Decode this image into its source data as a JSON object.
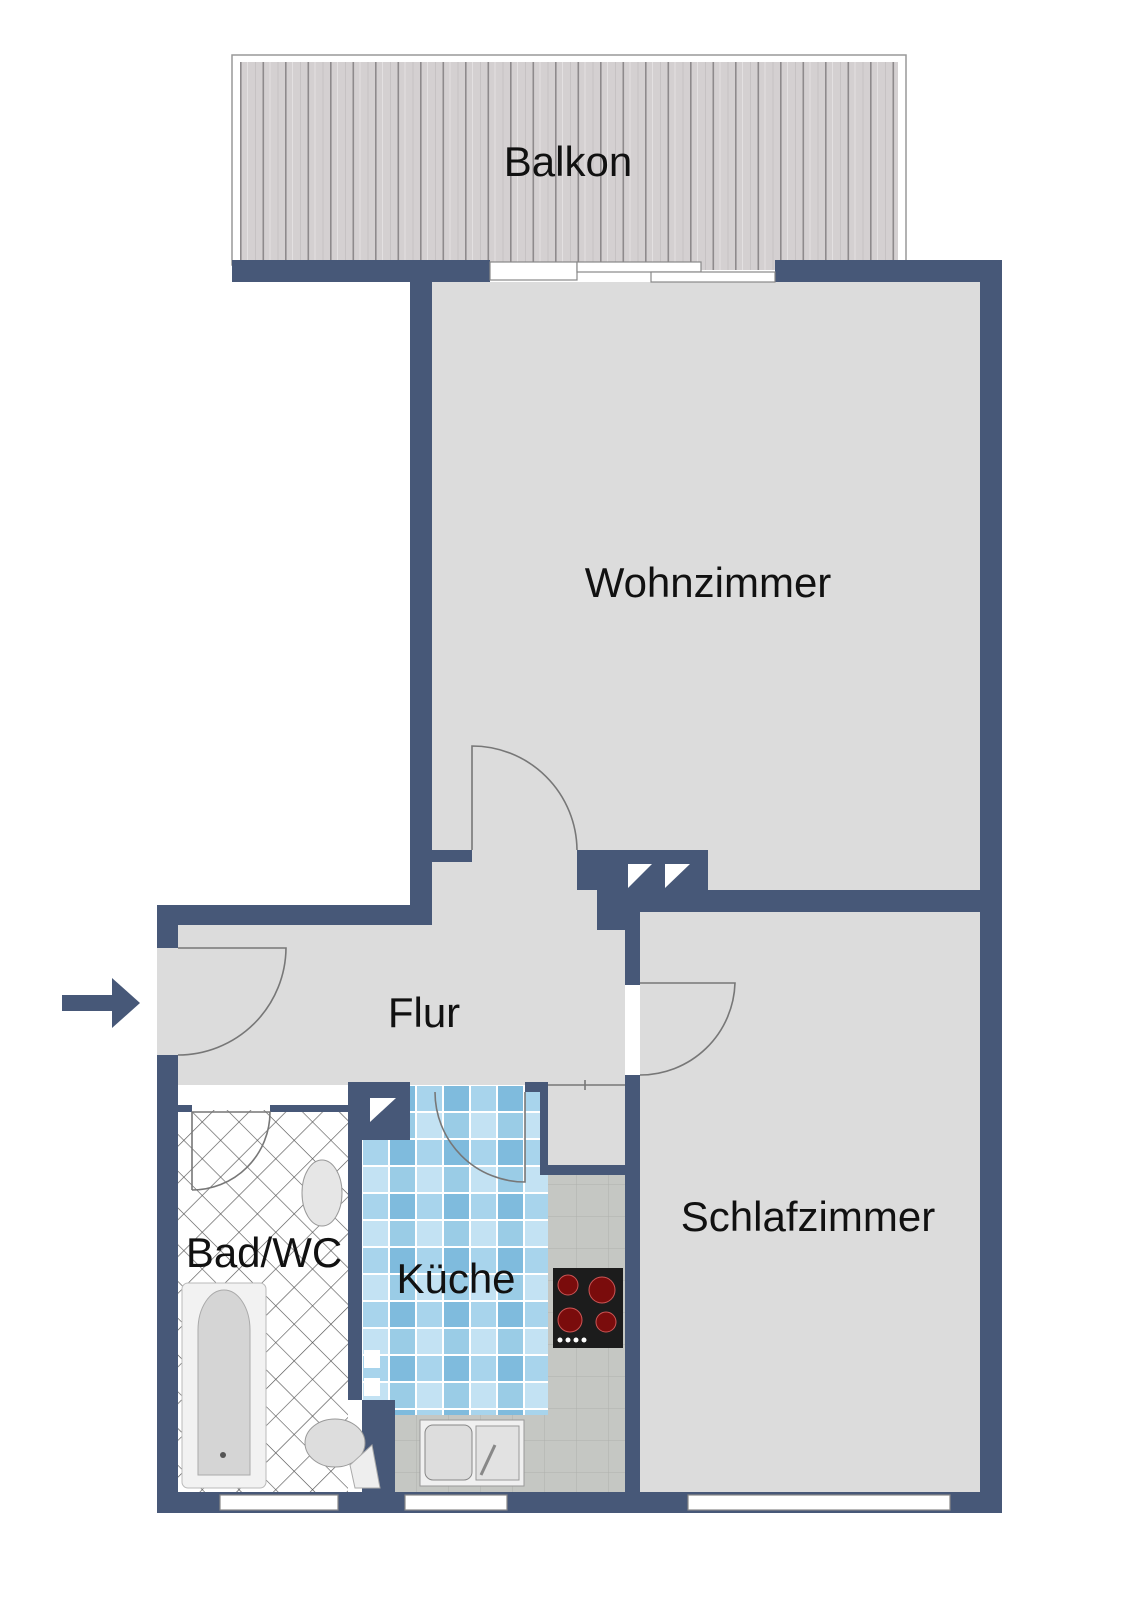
{
  "rooms": {
    "balcony": "Balkon",
    "living_room": "Wohnzimmer",
    "hallway": "Flur",
    "bedroom": "Schlafzimmer",
    "bathroom": "Bad/WC",
    "kitchen": "Küche"
  },
  "colors": {
    "wall": "#475878",
    "floor": "#dcdcdc",
    "balcony_planks": "#d3cfd0",
    "kitchen_tile": "#a9d3ea",
    "counter": "#c2c4c0"
  }
}
